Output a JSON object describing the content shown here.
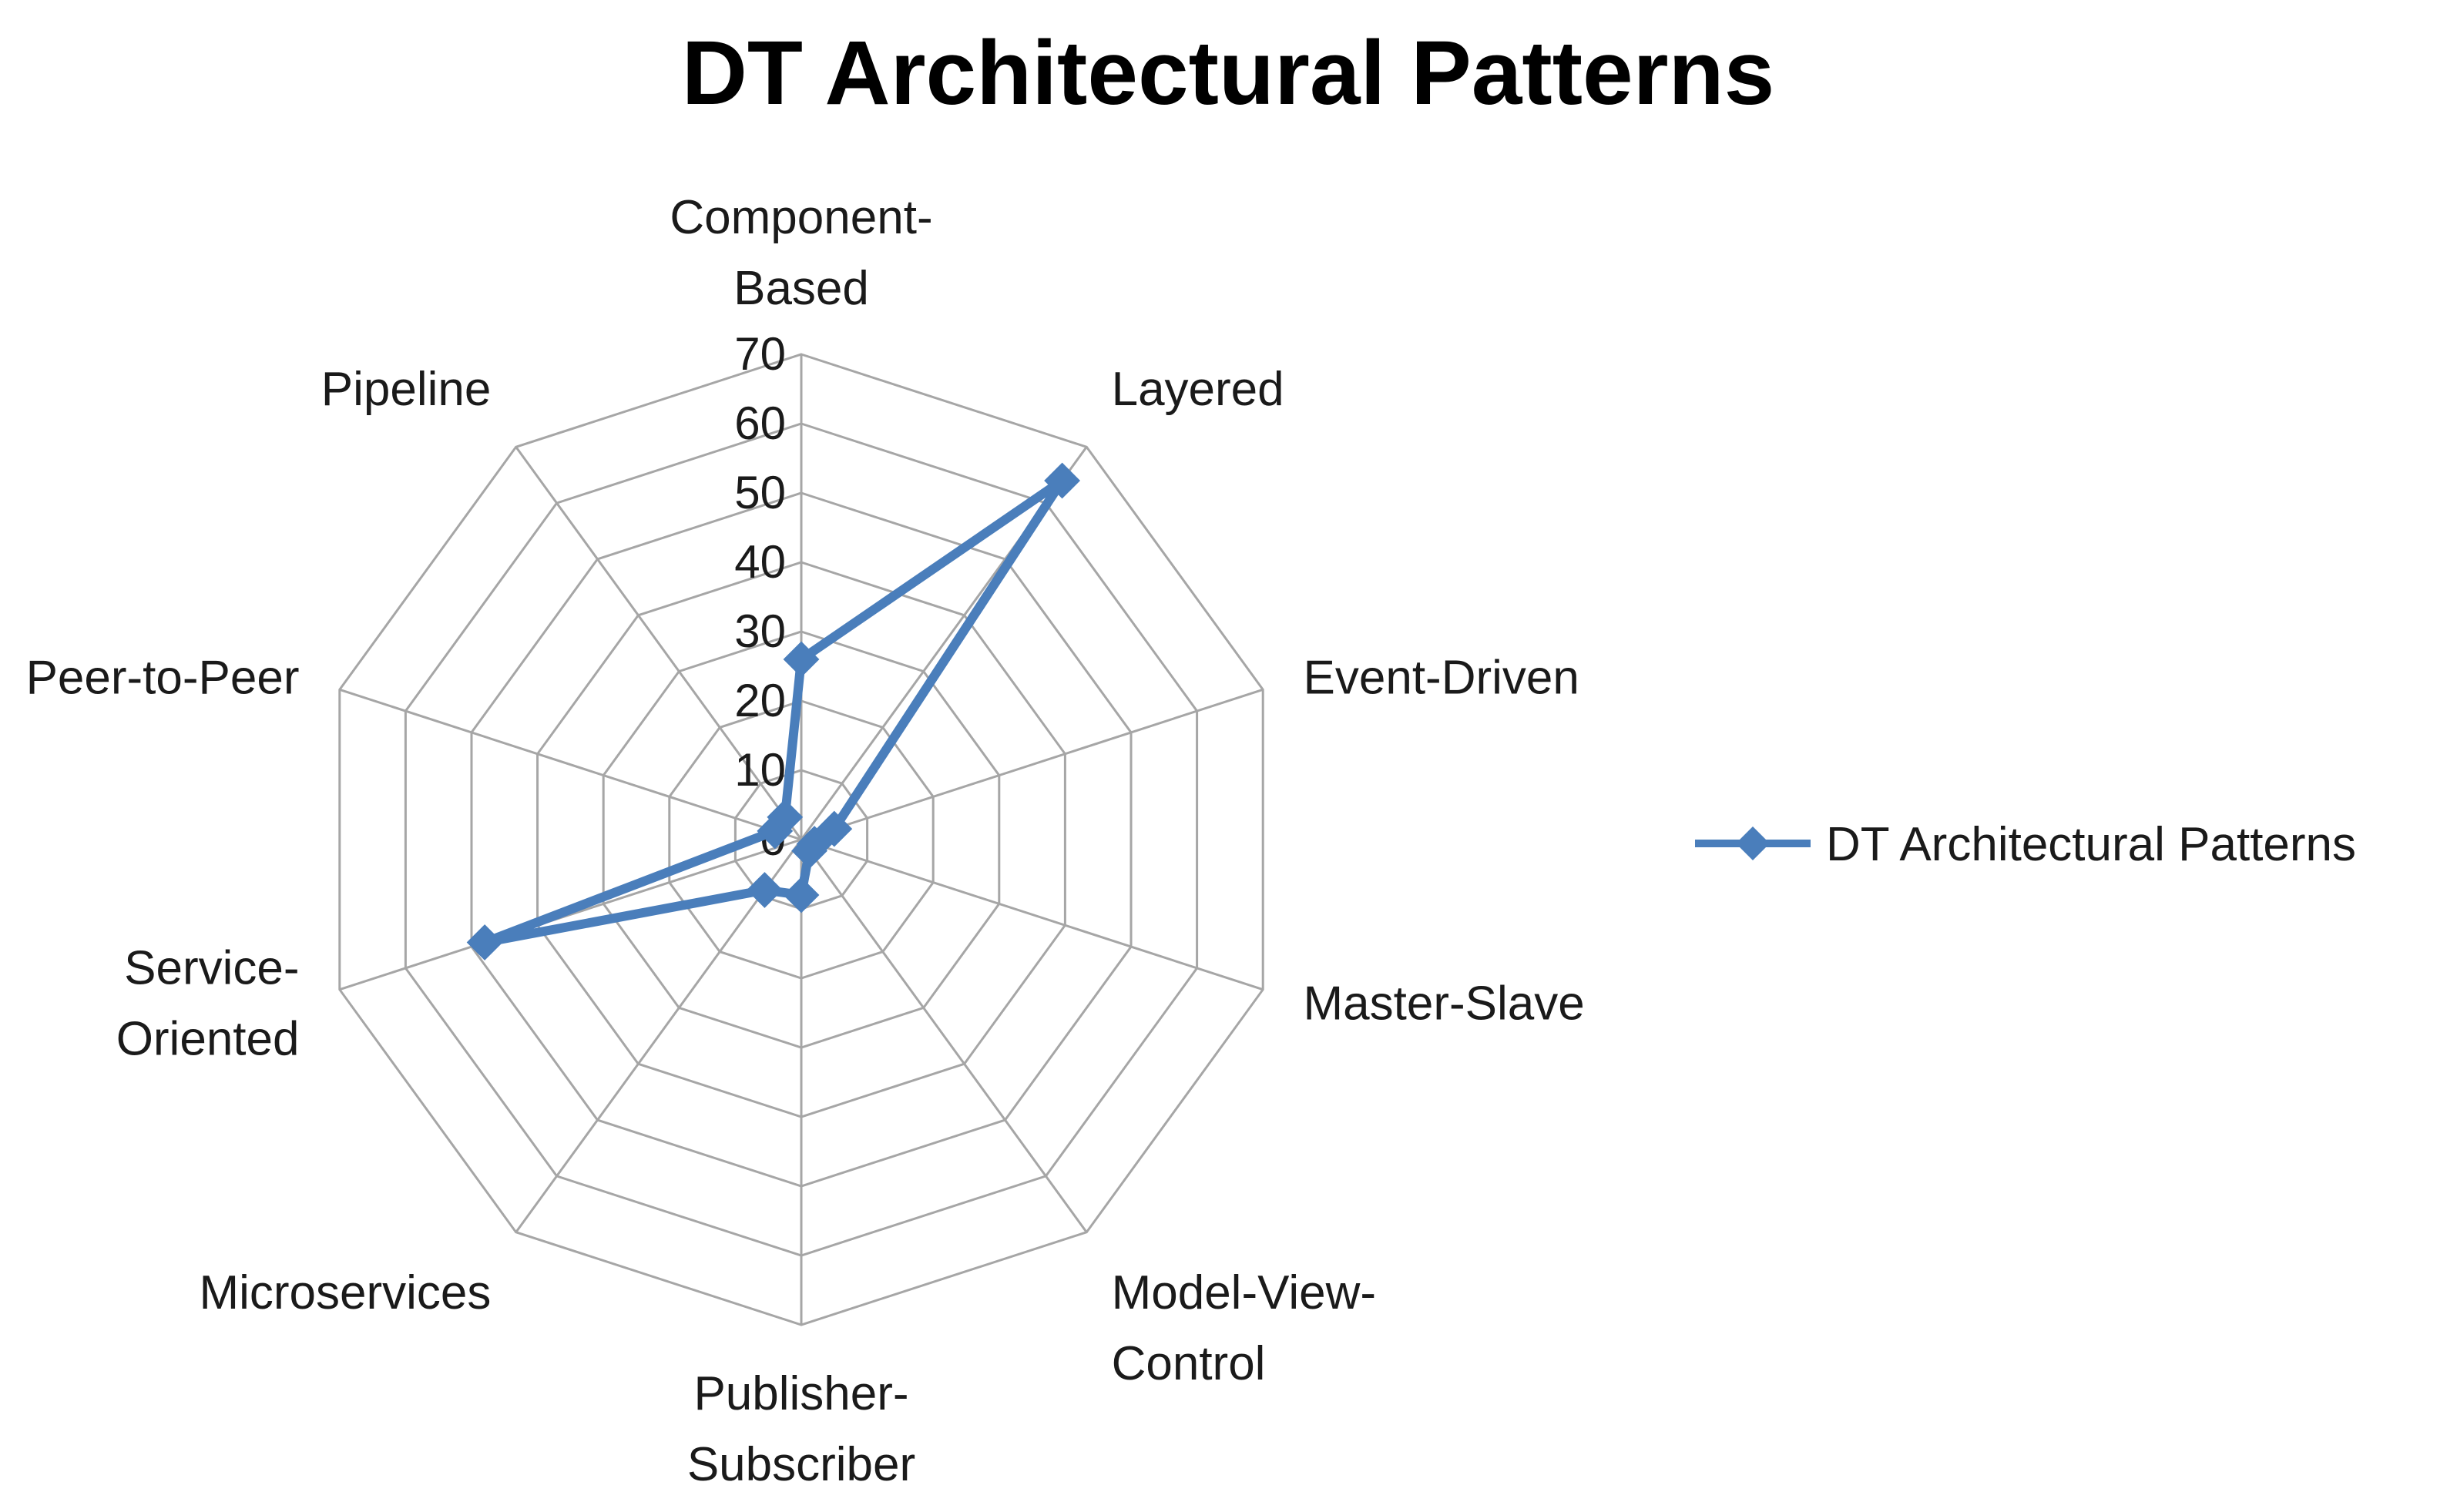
{
  "chart_data": {
    "type": "radar",
    "title": "DT Architectural Patterns",
    "categories": [
      [
        "Component-",
        "Based"
      ],
      [
        "Layered"
      ],
      [
        "Event-Driven"
      ],
      [
        "Master-Slave"
      ],
      [
        "Model-View-",
        "Control"
      ],
      [
        "Publisher-",
        "Subscriber"
      ],
      [
        "Microservices"
      ],
      [
        "Service-",
        "Oriented"
      ],
      [
        "Peer-to-Peer"
      ],
      [
        "Pipeline"
      ]
    ],
    "series": [
      {
        "name": "DT Architectural Patterns",
        "values": [
          26,
          64,
          5,
          2,
          2,
          8,
          9,
          48,
          4,
          4
        ],
        "color": "#4a7ebb"
      }
    ],
    "rlim": [
      0,
      70
    ],
    "ticks": [
      "0",
      "10",
      "20",
      "30",
      "40",
      "50",
      "60",
      "70"
    ],
    "grid": true,
    "legend": "right",
    "colors": {
      "grid": "#a6a6a6",
      "series": "#4a7ebb"
    }
  }
}
